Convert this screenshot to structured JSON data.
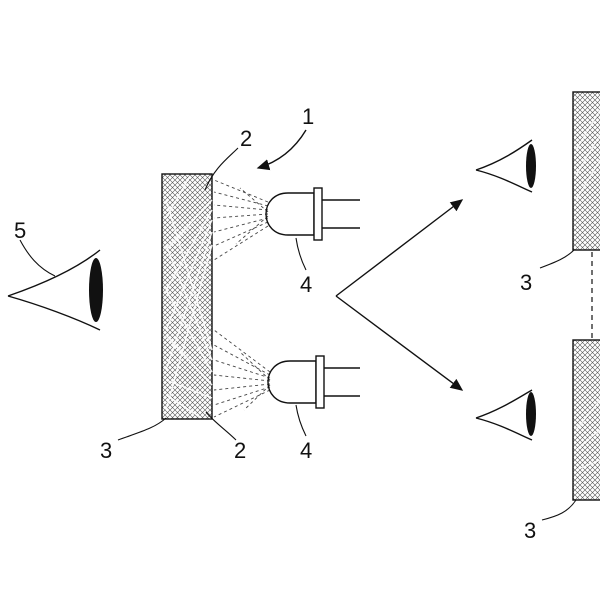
{
  "labels": {
    "device": "1",
    "hologram_top": "2",
    "hologram_bottom": "2",
    "substrate_left": "3",
    "substrate_right_top": "3",
    "substrate_right_bottom": "3",
    "light_source_top": "4",
    "light_source_bottom": "4",
    "observer": "5"
  },
  "colors": {
    "line": "#111111",
    "background": "#ffffff"
  }
}
